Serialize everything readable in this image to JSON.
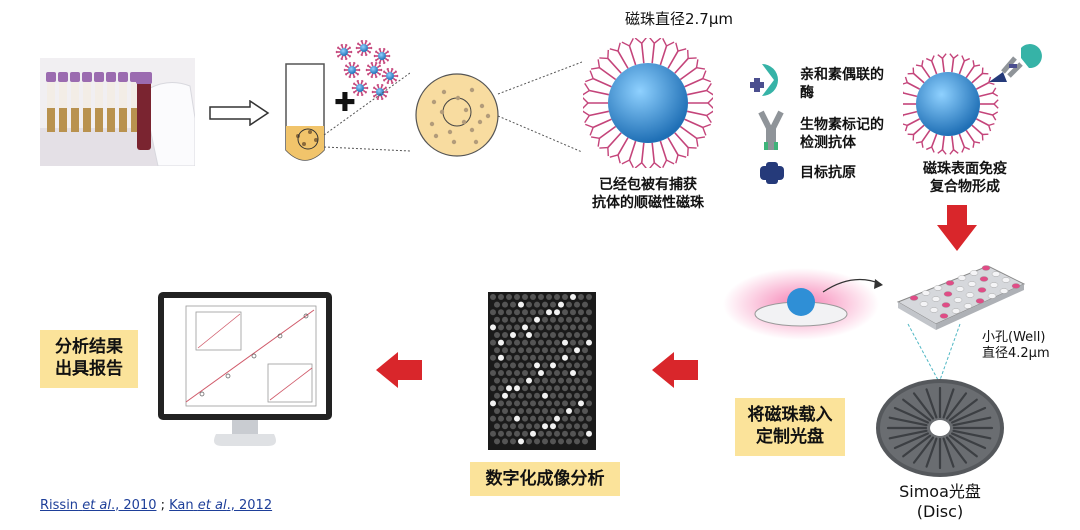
{
  "top": {
    "bead_diameter_label": "磁珠直径2.7μm",
    "coated_bead_label_line1": "已经包被有捕获",
    "coated_bead_label_line2": "抗体的顺磁性磁珠",
    "legend": {
      "enzyme_line1": "亲和素偶联的",
      "enzyme_line2": "酶",
      "antibody_line1": "生物素标记的",
      "antibody_line2": "检测抗体",
      "antigen": "目标抗原"
    },
    "complex_label_line1": "磁珠表面免疫",
    "complex_label_line2": "复合物形成"
  },
  "bottom": {
    "well_label_line1": "小孔(Well)",
    "well_label_line2": "直径4.2μm",
    "load_disc_line1": "将磁珠载入",
    "load_disc_line2": "定制光盘",
    "disc_label_line1": "Simoa光盘",
    "disc_label_line2": "(Disc)",
    "digital_analysis": "数字化成像分析",
    "report_line1": "分析结果",
    "report_line2": "出具报告"
  },
  "references": {
    "ref1_author": "Rissin",
    "ref1_etal": "et al",
    "ref1_year": "., 2010",
    "sep": " ; ",
    "ref2_author": "Kan",
    "ref2_etal": "et al",
    "ref2_year": "., 2012"
  },
  "colors": {
    "arrow_red": "#d9262b",
    "label_box": "#fbe39a",
    "bead_blue": "#2f8fd6",
    "antibody_pink": "#c4447a",
    "tube_purple": "#9b6bb0",
    "ref_link": "#1e3f99"
  }
}
